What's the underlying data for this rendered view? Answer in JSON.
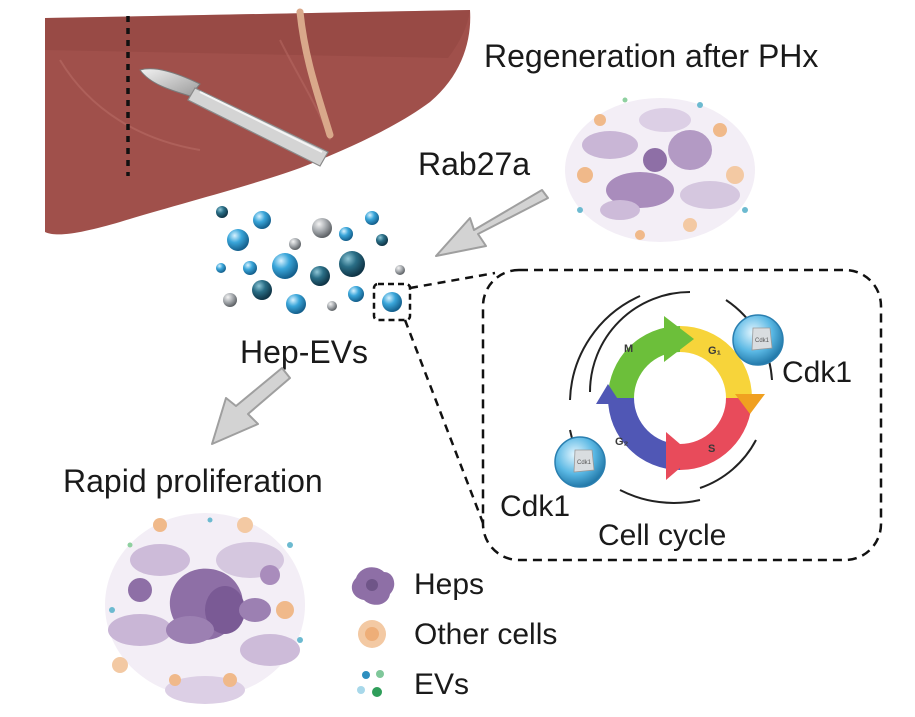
{
  "labels": {
    "regeneration": "Regeneration after PHx",
    "rab27a": "Rab27a",
    "hep_evs": "Hep-EVs",
    "rapid_proliferation": "Rapid proliferation",
    "cell_cycle": "Cell cycle",
    "cdk1_top": "Cdk1",
    "cdk1_bottom": "Cdk1",
    "cdk1_badge_top": "Cdk1",
    "cdk1_badge_bottom": "Cdk1"
  },
  "cell_cycle_phases": [
    {
      "id": "M",
      "label": "M",
      "color": "#6cbf3a"
    },
    {
      "id": "G1",
      "label": "G₁",
      "color": "#f7d43a"
    },
    {
      "id": "S",
      "label": "S",
      "color": "#e84b5b"
    },
    {
      "id": "G2",
      "label": "G₂",
      "color": "#5057b5"
    }
  ],
  "legend": [
    {
      "label": "Heps",
      "icon": "hepatocyte-icon",
      "color": "#8e6fa6"
    },
    {
      "label": "Other cells",
      "icon": "other-cell-icon",
      "color": "#f0b98a"
    },
    {
      "label": "EVs",
      "icon": "ev-icon",
      "color": "#2e8fbf"
    }
  ],
  "colors": {
    "liver": "#a0504b",
    "ev_blue": "#2d9ad0",
    "ev_dark": "#1f5f7a",
    "ev_grey": "#9aa0a6",
    "arrow": "#bfbfbf"
  }
}
